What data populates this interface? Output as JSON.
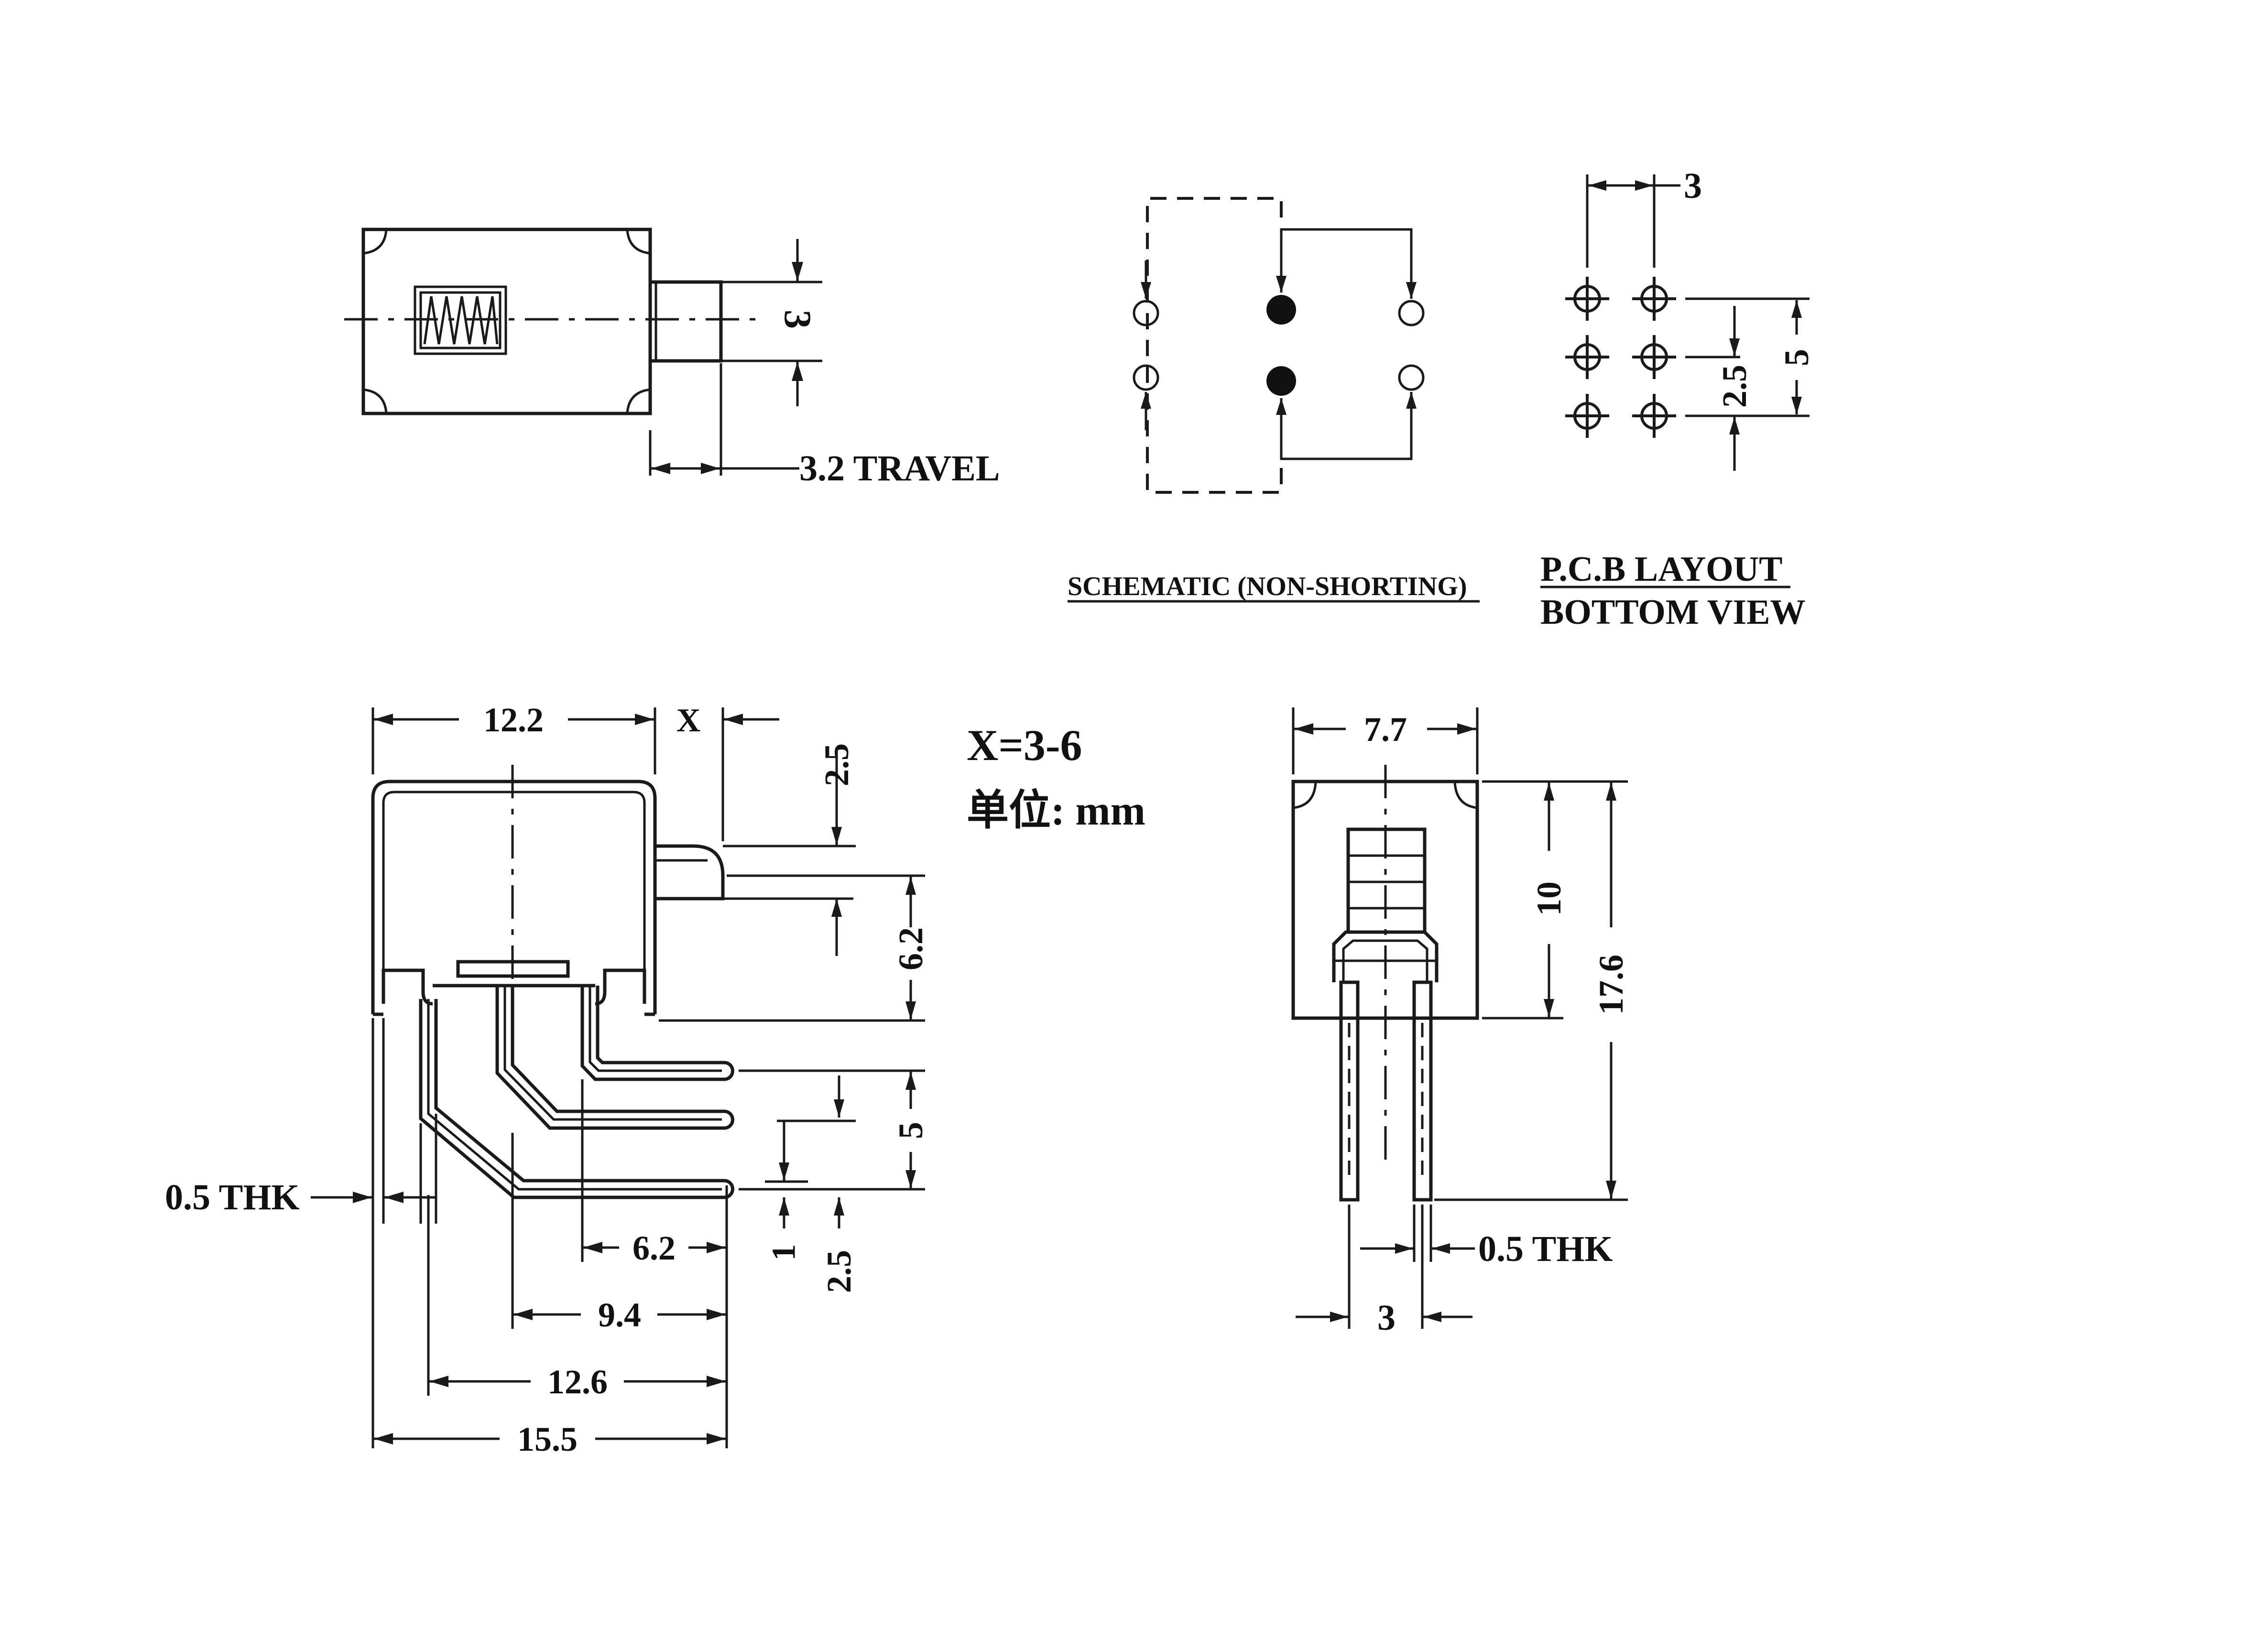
{
  "drawings": {
    "side_view": {
      "dim_width": "3",
      "travel": "3.2 TRAVEL"
    },
    "schematic": {
      "title": "SCHEMATIC (NON-SHORTING)"
    },
    "pcb_layout": {
      "title": "P.C.B LAYOUT",
      "subtitle": "BOTTOM VIEW",
      "dim_pitch_x": "3",
      "dim_pitch_y": "2.5",
      "dim_total_y": "5"
    },
    "front_view": {
      "dim_body_width": "12.2",
      "dim_x": "X",
      "note_x": "X=3-6",
      "note_unit": "单位: mm",
      "dim_actuator_top": "2.5",
      "dim_actuator_height": "6.2",
      "dim_pin_spacing": "5",
      "dim_pin_offset": "1",
      "dim_pin_bottom": "2.5",
      "dim_thk": "0.5 THK",
      "dim_pin_6_2": "6.2",
      "dim_pin_9_4": "9.4",
      "dim_pin_12_6": "12.6",
      "dim_overall": "15.5"
    },
    "end_view": {
      "dim_width": "7.7",
      "dim_body_height": "10",
      "dim_overall_height": "17.6",
      "dim_thk": "0.5 THK",
      "dim_pin_pitch": "3"
    }
  }
}
